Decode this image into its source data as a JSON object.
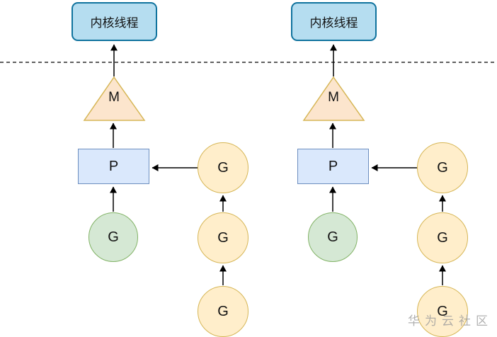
{
  "diagram": {
    "columns": [
      {
        "kernel_thread": "内核线程",
        "machine": "M",
        "processor": "P",
        "running_goroutine": "G",
        "queued_goroutines": [
          "G",
          "G",
          "G"
        ]
      },
      {
        "kernel_thread": "内核线程",
        "machine": "M",
        "processor": "P",
        "running_goroutine": "G",
        "queued_goroutines": [
          "G",
          "G",
          "G"
        ]
      }
    ],
    "watermark": "华为云社区",
    "colors": {
      "kernel_fill": "#b5ddf0",
      "kernel_stroke": "#10739e",
      "m_fill": "#fce5cd",
      "m_stroke": "#d6b656",
      "p_fill": "#dae8fc",
      "p_stroke": "#6c8ebf",
      "g_run_fill": "#d5e8d4",
      "g_run_stroke": "#82b366",
      "g_queue_fill": "#ffeecb",
      "g_queue_stroke": "#d6b656",
      "arrow": "#000000",
      "divider": "#000000",
      "watermark": "#9e9e9e"
    }
  }
}
